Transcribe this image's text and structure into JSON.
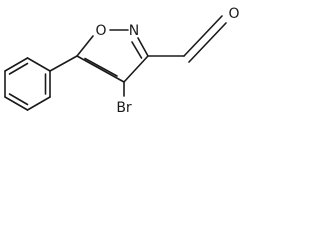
{
  "molecule": {
    "atoms": {
      "ring_oxygen": "O",
      "ring_nitrogen": "N",
      "carbonyl_oxygen": "O",
      "bromine": "Br"
    }
  }
}
